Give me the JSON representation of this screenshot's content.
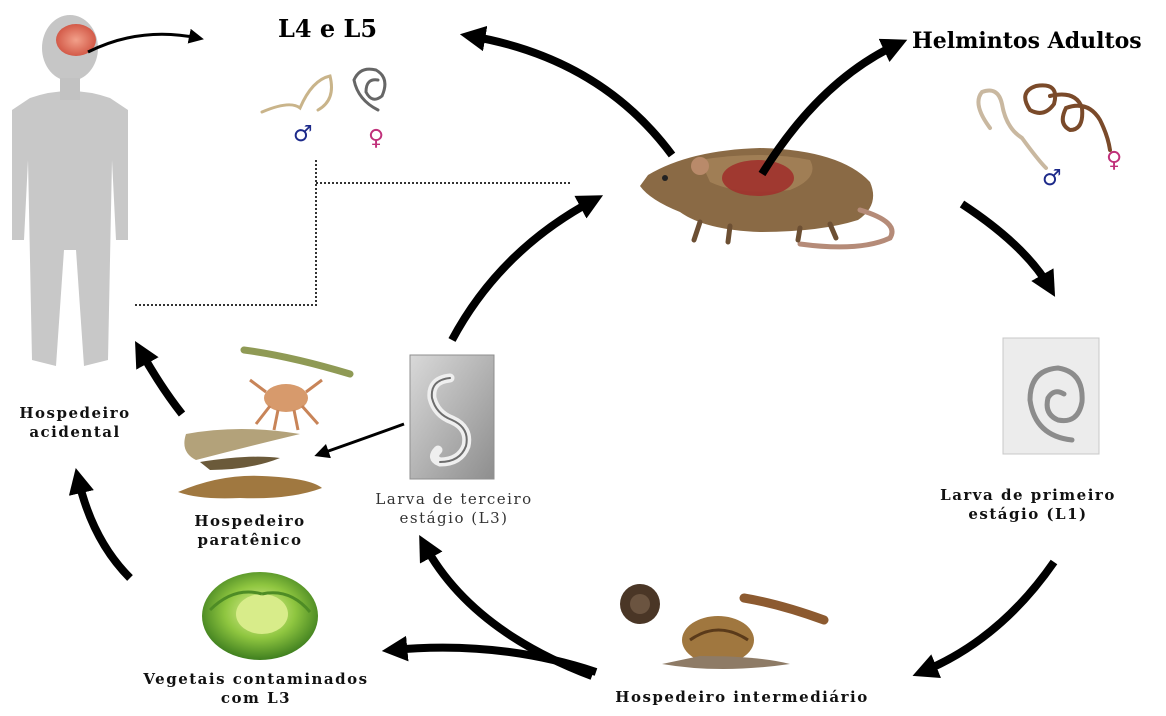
{
  "labels": {
    "l4_l5": "L4 e L5",
    "adult": "Helmintos Adultos",
    "accidental": [
      "Hospedeiro",
      "acidental"
    ],
    "paratenic": [
      "Hospedeiro",
      "paratênico"
    ],
    "l3": [
      "Larva de terceiro",
      "estágio (L3)"
    ],
    "l1": [
      "Larva de primeiro",
      "estágio (L1)"
    ],
    "vegetables": [
      "Vegetais contaminados",
      "com L3"
    ],
    "intermediate": "Hospedeiro intermediário"
  },
  "symbols": {
    "male": "♂",
    "female": "♀"
  },
  "colors": {
    "male": "#1d2a8a",
    "female": "#c0307a",
    "arrow": "#000000",
    "rat_fur": "#8a6a45",
    "human": "#c8c8c8"
  }
}
